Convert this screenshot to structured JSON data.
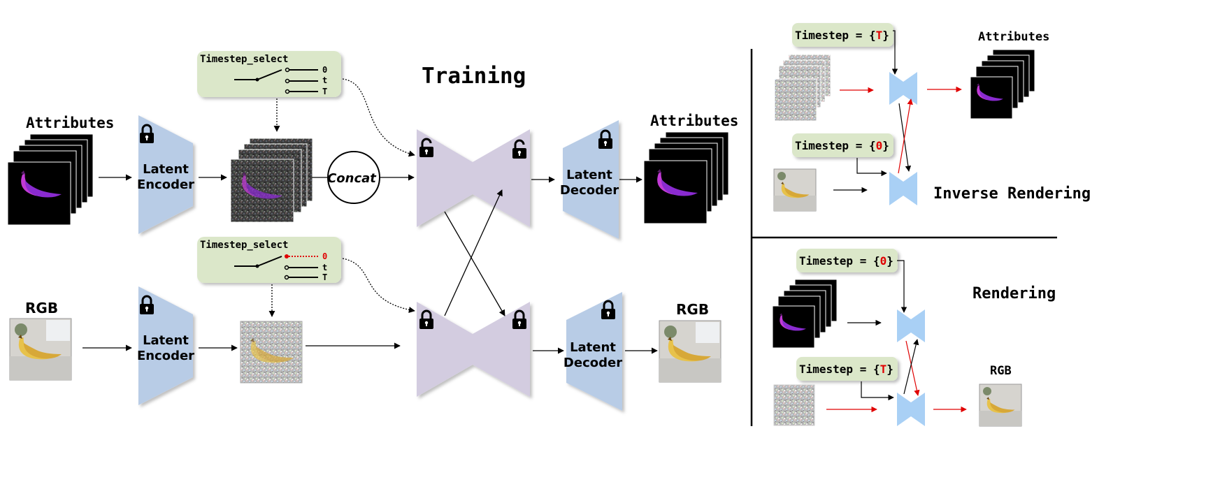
{
  "training": {
    "title": "Training",
    "attributes_in_label": "Attributes",
    "attributes_out_label": "Attributes",
    "rgb_in_label": "RGB",
    "rgb_out_label": "RGB",
    "encoder_top": [
      "Latent",
      "Encoder"
    ],
    "encoder_bottom": [
      "Latent",
      "Encoder"
    ],
    "decoder_top": [
      "Latent",
      "Decoder"
    ],
    "decoder_bottom": [
      "Latent",
      "Decoder"
    ],
    "concat_label": "Concat",
    "switch_top": {
      "title": "Timestep_select",
      "options": [
        "0",
        "t",
        "T"
      ],
      "selected": "T"
    },
    "switch_bottom": {
      "title": "Timestep_select",
      "options": [
        "0",
        "t",
        "T"
      ],
      "selected": "0"
    }
  },
  "inverse_rendering": {
    "title": "Inverse Rendering",
    "output_label": "Attributes",
    "timestep_top_prefix": "Timestep = {",
    "timestep_top_value": "T",
    "timestep_top_suffix": "}",
    "timestep_bottom_prefix": "Timestep = {",
    "timestep_bottom_value": "0",
    "timestep_bottom_suffix": "}"
  },
  "rendering": {
    "title": "Rendering",
    "output_label": "RGB",
    "timestep_top_prefix": "Timestep = {",
    "timestep_top_value": "0",
    "timestep_top_suffix": "}",
    "timestep_bottom_prefix": "Timestep = {",
    "timestep_bottom_value": "T",
    "timestep_bottom_suffix": "}"
  },
  "colors": {
    "encoder_blue": "#b8cce6",
    "unet_purple": "#d3cce0",
    "unet_blue_small": "#a9d0f5",
    "switch_green": "#dbe7c9",
    "highlight_red": "#e00000",
    "banana_magenta": "#c040d8",
    "banana_yellow": "#e4c04a"
  },
  "icons": [
    "lock-icon",
    "banana-image",
    "noise-image"
  ]
}
